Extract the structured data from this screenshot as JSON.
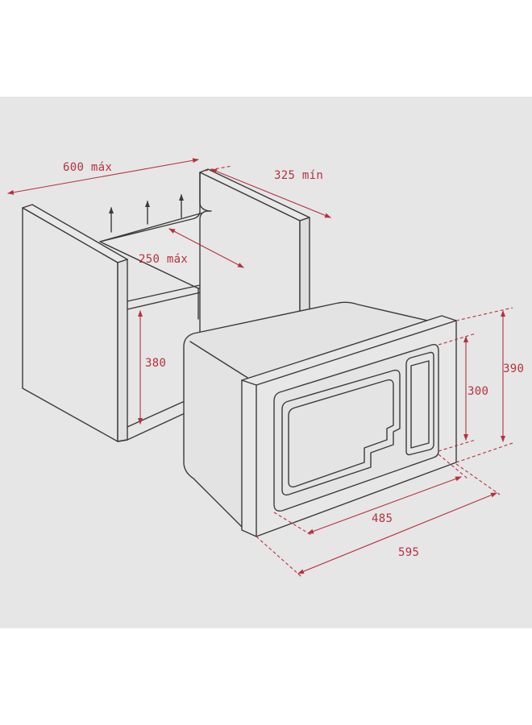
{
  "diagram": {
    "labels": {
      "cabinet_width": "600 máx",
      "cabinet_depth": "325 mín",
      "opening_depth": "250 máx",
      "opening_height": "380",
      "inner_height": "300",
      "outer_height": "390",
      "inner_width": "485",
      "outer_width": "595"
    },
    "colors": {
      "background": "#e6e6e6",
      "outline": "#3a3a3a",
      "dimension": "#b8303c"
    }
  }
}
